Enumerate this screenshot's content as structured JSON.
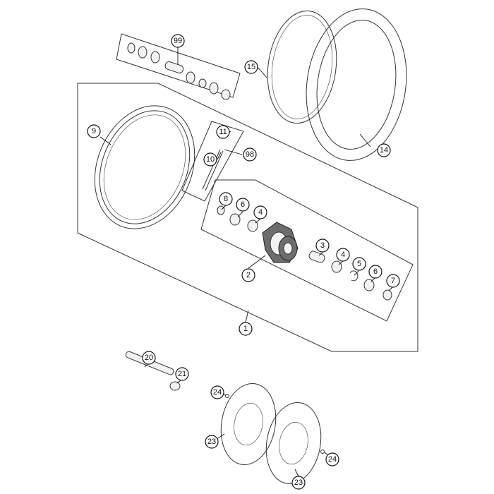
{
  "callouts": {
    "c99": "99",
    "c15": "15",
    "c14": "14",
    "c9": "9",
    "c11": "11",
    "c10": "10",
    "c98": "98",
    "c8": "8",
    "c6a": "6",
    "c4a": "4",
    "c3": "3",
    "c4b": "4",
    "c5": "5",
    "c6b": "6",
    "c7": "7",
    "c2": "2",
    "c1": "1",
    "c20": "20",
    "c21": "21",
    "c24a": "24",
    "c23a": "23",
    "c24b": "24",
    "c23b": "23"
  },
  "colors": {
    "line": "#333333",
    "callout_stroke": "#111111",
    "background": "#ffffff"
  }
}
